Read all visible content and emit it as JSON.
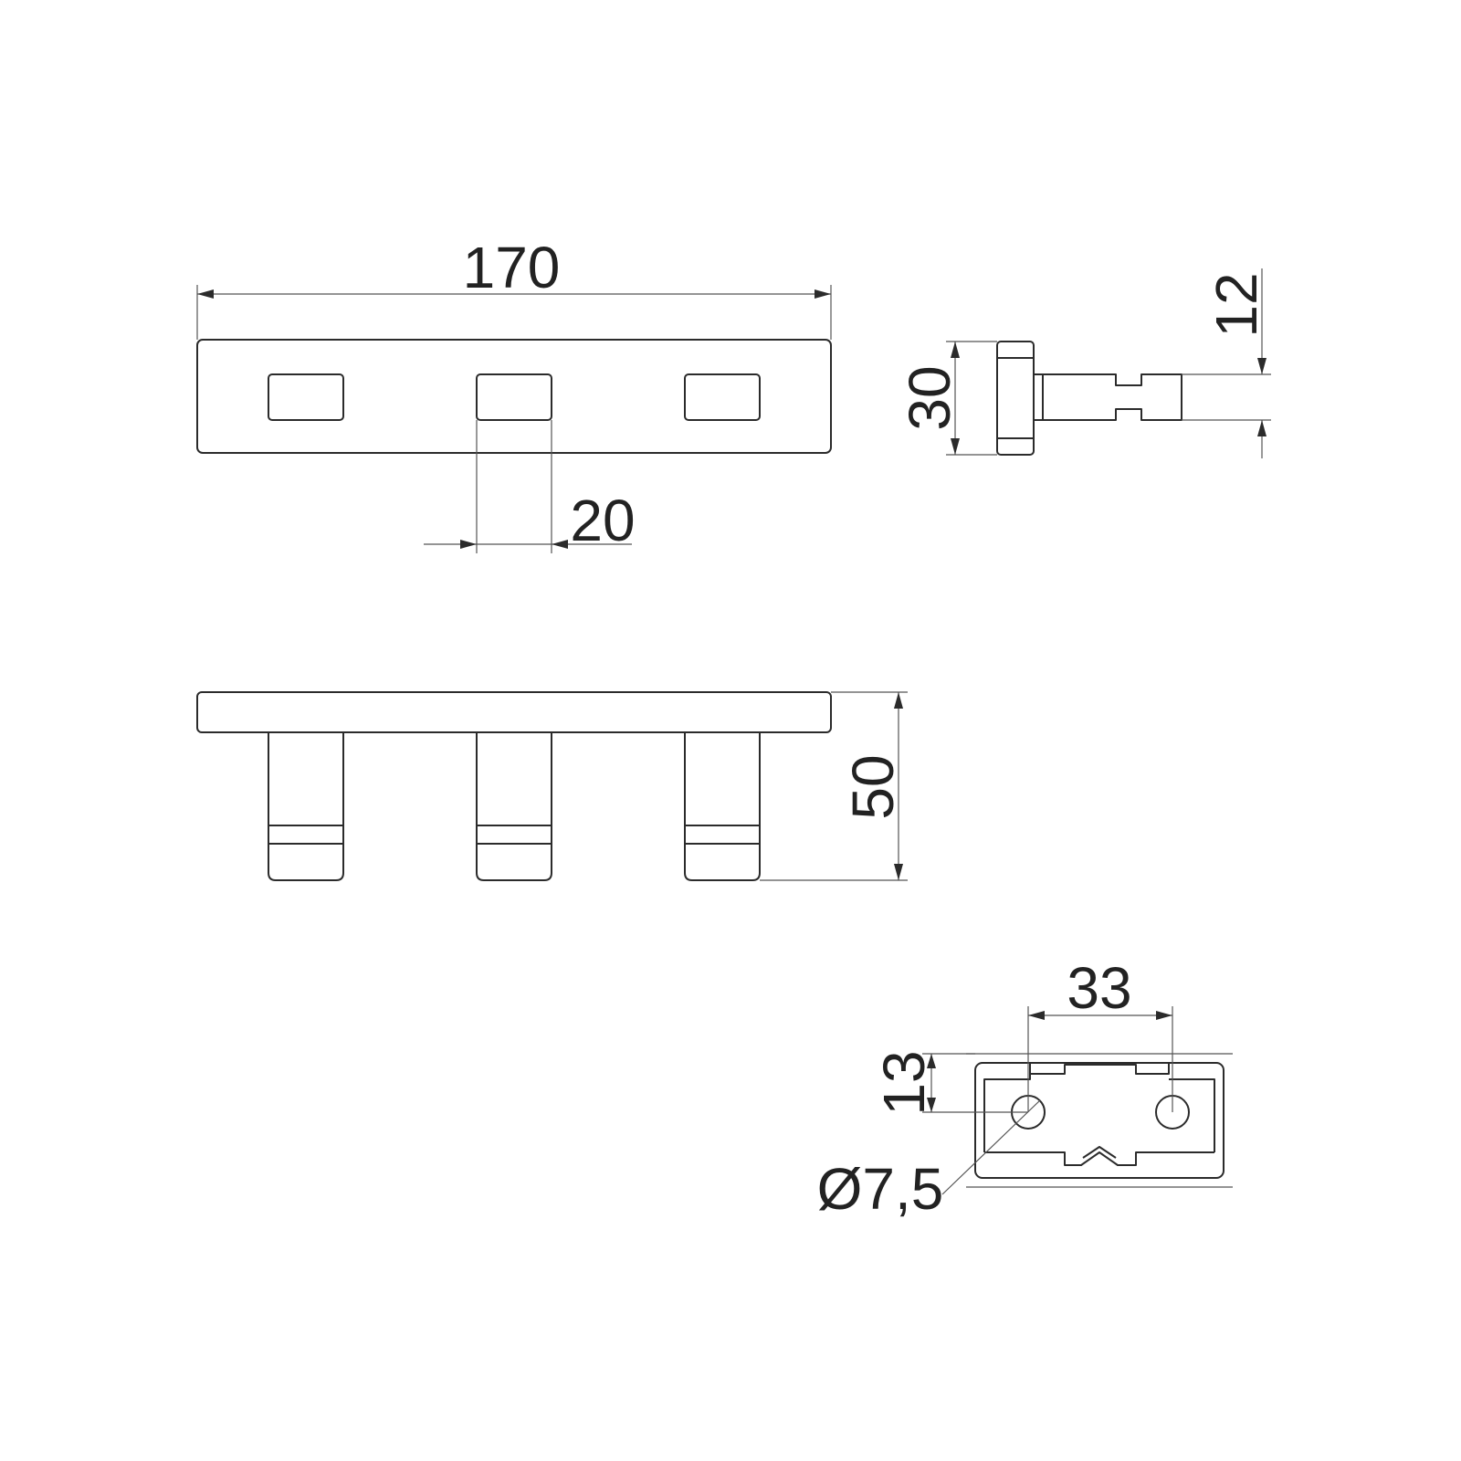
{
  "drawing": {
    "line_color": "#2b2b2b",
    "background": "#ffffff"
  },
  "dimensions": {
    "overall_length": "170",
    "hook_width": "20",
    "plate_height": "30",
    "hook_thickness": "12",
    "projection": "50",
    "hole_spacing": "33",
    "hole_offset": "13",
    "hole_diameter": "Ø7,5"
  }
}
